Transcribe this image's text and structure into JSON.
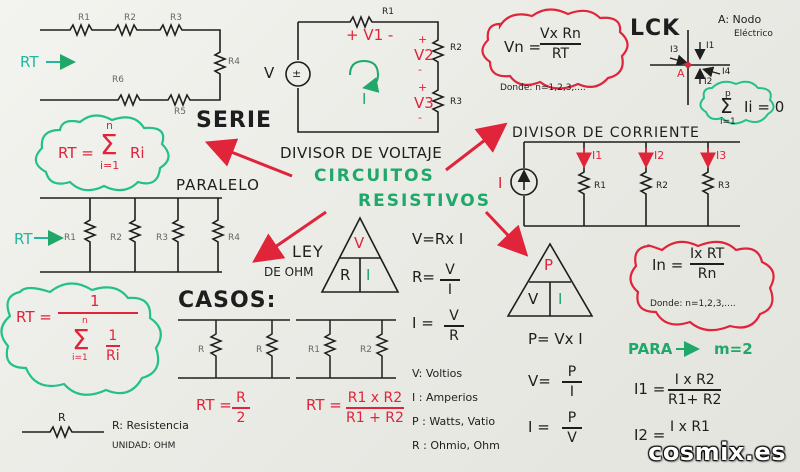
{
  "colors": {
    "ink": "#1e1e1e",
    "red": "#e0243a",
    "green": "#1fa86a",
    "cyan": "#22b7a0",
    "cloud_red": "#e0243a",
    "cloud_green": "#22c08a"
  },
  "center": {
    "line1": "CIRCUITOS",
    "line2": "RESISTIVOS"
  },
  "serie": {
    "title": "SERIE",
    "rt": "RT",
    "r1": "R1",
    "r2": "R2",
    "r3": "R3",
    "r4": "R4",
    "r5": "R5",
    "r6": "R6",
    "formula_lhs": "RT =",
    "sum_top": "n",
    "sum_bottom": "i=1",
    "sum_term": "Ri"
  },
  "paralelo": {
    "title": "PARALELO",
    "rt": "RT",
    "r1": "R1",
    "r2": "R2",
    "r3": "R3",
    "r4": "R4",
    "formula_lhs": "RT =",
    "num": "1",
    "sum_top": "n",
    "sum_bottom": "i=1",
    "inner_num": "1",
    "inner_den": "Ri"
  },
  "divisor_voltaje": {
    "title": "DIVISOR DE VOLTAJE",
    "source": "V",
    "r1": "R1",
    "r2": "R2",
    "r3": "R3",
    "v1": "+ V1 -",
    "v2": "V2",
    "v3": "V3",
    "loop_current": "I",
    "formula_lhs": "Vn =",
    "formula_num": "Vx Rn",
    "formula_den": "RT",
    "donde": "Donde: n=1,2,3,...."
  },
  "lck": {
    "title": "LCK",
    "node_label": "A: Nodo",
    "node_label2": "Eléctrico",
    "node": "A",
    "i1": "I1",
    "i2": "I2",
    "i3": "I3",
    "i4": "I4",
    "sum_top": "p",
    "sum_bottom": "i=1",
    "sum_term": "Ii = 0"
  },
  "divisor_corriente": {
    "title": "DIVISOR DE CORRIENTE",
    "source": "I",
    "i1": "I1",
    "i2": "I2",
    "i3": "I3",
    "r1": "R1",
    "r2": "R2",
    "r3": "R3",
    "formula_lhs": "In =",
    "formula_num": "Ix RT",
    "formula_den": "Rn",
    "donde": "Donde: n=1,2,3,...."
  },
  "ley_ohm": {
    "title1": "LEY",
    "title2": "DE OHM",
    "tri_top": "V",
    "tri_left": "R",
    "tri_right": "I",
    "f1": "V=Rx I",
    "f2_lhs": "R=",
    "f2_num": "V",
    "f2_den": "I",
    "f3_lhs": "I =",
    "f3_num": "V",
    "f3_den": "R"
  },
  "potencia": {
    "tri_top": "P",
    "tri_left": "V",
    "tri_right": "I",
    "f1": "P= Vx I",
    "f2_lhs": "V=",
    "f2_num": "P",
    "f2_den": "I",
    "f3_lhs": "I =",
    "f3_num": "P",
    "f3_den": "V"
  },
  "leyenda": {
    "v": "V: Voltios",
    "i": "I : Amperios",
    "p": "P : Watts, Vatio",
    "r": "R : Ohmio, Ohm"
  },
  "casos": {
    "title": "CASOS:",
    "c1_r1": "R",
    "c1_r2": "R",
    "c2_r1": "R1",
    "c2_r2": "R2",
    "f1_lhs": "RT =",
    "f1_num": "R",
    "f1_den": "2",
    "f2_lhs": "RT =",
    "f2_num": "R1 x R2",
    "f2_den": "R1 + R2"
  },
  "para": {
    "label": "PARA",
    "value": "m=2",
    "i1_lhs": "I1 =",
    "i1_num": "I x R2",
    "i1_den": "R1+ R2",
    "i2_lhs": "I2 =",
    "i2_num": "I x R1"
  },
  "resistencia": {
    "r": "R",
    "label": "R: Resistencia",
    "unidad": "UNIDAD: OHM"
  },
  "watermark": "cosmix.es"
}
